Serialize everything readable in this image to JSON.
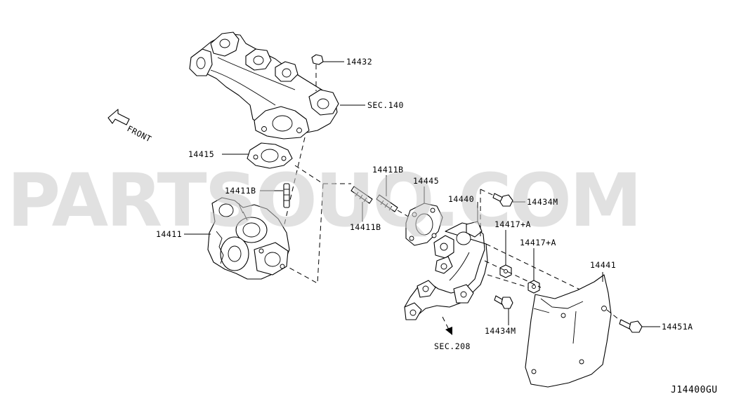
{
  "watermark": "PARTSOUQ.COM",
  "drawing_code": "J14400GU",
  "front_label": "FRONT",
  "labels": {
    "nut_14432": "14432",
    "sec_140": "SEC.140",
    "gasket_14415": "14415",
    "stud_14411B_left": "14411B",
    "turbo_14411": "14411",
    "stud_14411B_top": "14411B",
    "stud_14411B_bottom": "14411B",
    "gasket_14445": "14445",
    "bracket_14440": "14440",
    "bolt_14434M_top": "14434M",
    "nut_14417A_left": "14417+A",
    "nut_14417A_right": "14417+A",
    "shield_14441": "14441",
    "bolt_14451A": "14451A",
    "bolt_14434M_bottom": "14434M",
    "sec_208": "SEC.208"
  }
}
